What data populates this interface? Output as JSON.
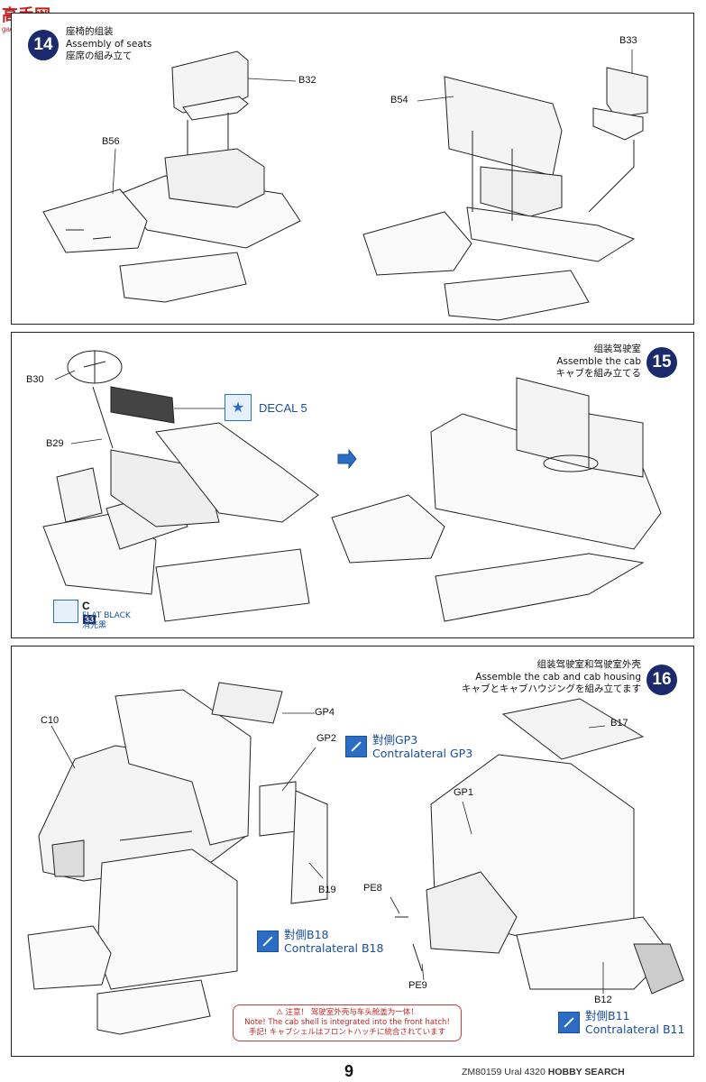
{
  "watermark": {
    "brand_text": "高手网",
    "url": "gaoshou.net"
  },
  "step14": {
    "number": "14",
    "title_cn": "座椅的组装",
    "title_en": "Assembly of seats",
    "title_jp": "座席の組み立て",
    "labels": {
      "b32": "B32",
      "b56": "B56",
      "b33": "B33",
      "b54": "B54"
    }
  },
  "step15": {
    "number": "15",
    "title_cn": "组装驾驶室",
    "title_en": "Assemble the cab",
    "title_jp": "キャブを組み立てる",
    "labels": {
      "b30": "B30",
      "b29": "B29"
    },
    "decal": "DECAL 5",
    "paint": {
      "code": "C",
      "num": "33",
      "en": "FLAT BLACK",
      "cn": "消光黑"
    }
  },
  "step16": {
    "number": "16",
    "title_cn": "组装驾驶室和驾驶室外壳",
    "title_en": "Assemble the cab and cab housing",
    "title_jp": "キャブとキャブハウジングを組み立てます",
    "labels": {
      "c10": "C10",
      "gp4": "GP4",
      "gp2": "GP2",
      "b19": "B19",
      "b17": "B17",
      "gp1": "GP1",
      "pe8": "PE8",
      "pe9": "PE9",
      "b12": "B12"
    },
    "callout_gp3": {
      "cn": "對側GP3",
      "en": "Contralateral GP3"
    },
    "callout_b18": {
      "cn": "對側B18",
      "en": "Contralateral B18"
    },
    "callout_b11": {
      "cn": "對側B11",
      "en": "Contralateral B11"
    },
    "note": {
      "cn": "注意！ 驾驶室外壳与车头舱盖为一体！",
      "en": "Note! The cab shell is integrated into the front hatch!",
      "jp": "手記! キャブシェルはフロントハッチに統合されています"
    }
  },
  "footer": {
    "page": "9",
    "code": "ZM80159",
    "model": "Ural 4320",
    "source": "HOBBY SEARCH"
  }
}
